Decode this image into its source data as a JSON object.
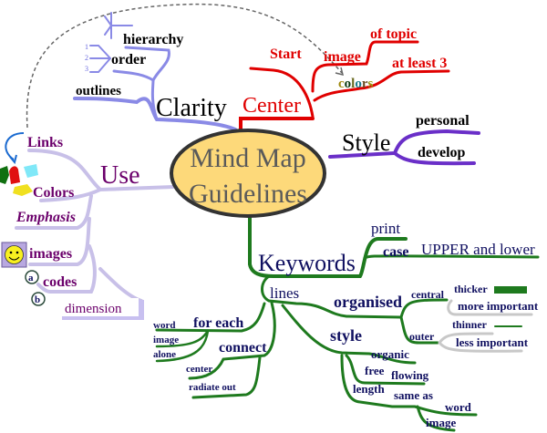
{
  "center": {
    "line1": "Mind Map",
    "line2": "Guidelines"
  },
  "clarity": {
    "label": "Clarity",
    "items": [
      "hierarchy",
      "order",
      "outlines"
    ],
    "numbers": [
      "1",
      "2",
      "3"
    ]
  },
  "center_branch": {
    "label": "Center",
    "start": "Start",
    "image": "image",
    "of_topic": "of topic",
    "at_least_3": "at least 3",
    "colors": [
      "c",
      "o",
      "l",
      "o",
      "r",
      "s"
    ]
  },
  "style": {
    "label": "Style",
    "items": [
      "personal",
      "develop"
    ]
  },
  "use": {
    "label": "Use",
    "links": "Links",
    "colors": "Colors",
    "emphasis": "Emphasis",
    "images": "images",
    "codes": "codes",
    "dimension": "dimension",
    "code_a": "a",
    "code_b": "b"
  },
  "keywords": {
    "label": "Keywords",
    "print": "print",
    "case": "case",
    "upper_lower": "UPPER and lower",
    "lines": "lines",
    "organised": "organised",
    "central": "central",
    "thicker": "thicker",
    "more_important": "more important",
    "outer": "outer",
    "thinner": "thinner",
    "less_important": "less important",
    "style": "style",
    "organic": "organic",
    "free": "free",
    "flowing": "flowing",
    "length": "length",
    "same_as": "same as",
    "word": "word",
    "image": "image",
    "for_each": "for each",
    "fe_word": "word",
    "fe_image": "image",
    "fe_alone": "alone",
    "connect": "connect",
    "c_center": "center",
    "radiate_out": "radiate out"
  },
  "colors": {
    "ellipse": "#fdd97a",
    "clarity": "#8a8ae6",
    "center": "#e00000",
    "style": "#6a2fc8",
    "use": "#6b006b",
    "keywords": "#101060",
    "branch_green": "#1e7a1e"
  }
}
